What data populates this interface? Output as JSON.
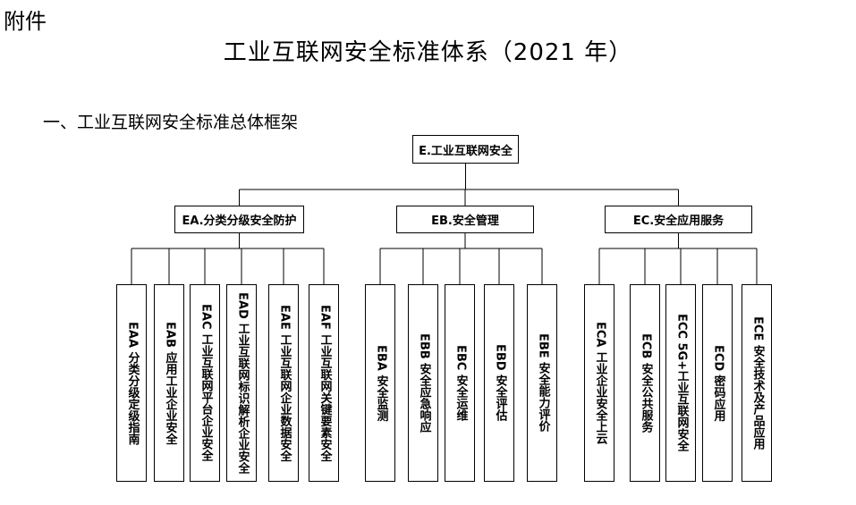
{
  "header": {
    "attachment": "附件",
    "title": "工业互联网安全标准体系（2021 年）",
    "section": "一、工业互联网安全标准总体框架"
  },
  "tree": {
    "root": "E.工业互联网安全",
    "groups": [
      {
        "label": "EA.分类分级安全防护",
        "children": [
          "EAA 分类分级定级指南",
          "EAB 应用工业企业安全",
          "EAC 工业互联网平台企业安全",
          "EAD 工业互联网标识解析企业安全",
          "EAE 工业互联网企业数据安全",
          "EAF 工业互联网关键要素安全"
        ]
      },
      {
        "label": "EB.安全管理",
        "children": [
          "EBA 安全监测",
          "EBB 安全应急响应",
          "EBC 安全运维",
          "EBD 安全评估",
          "EBE 安全能力评价"
        ]
      },
      {
        "label": "EC.安全应用服务",
        "children": [
          "ECA 工业企业安全上云",
          "ECB 安全公共服务",
          "ECC 5G+工业互联网安全",
          "ECD 密码应用",
          "ECE 安全技术及产品应用"
        ]
      }
    ]
  }
}
